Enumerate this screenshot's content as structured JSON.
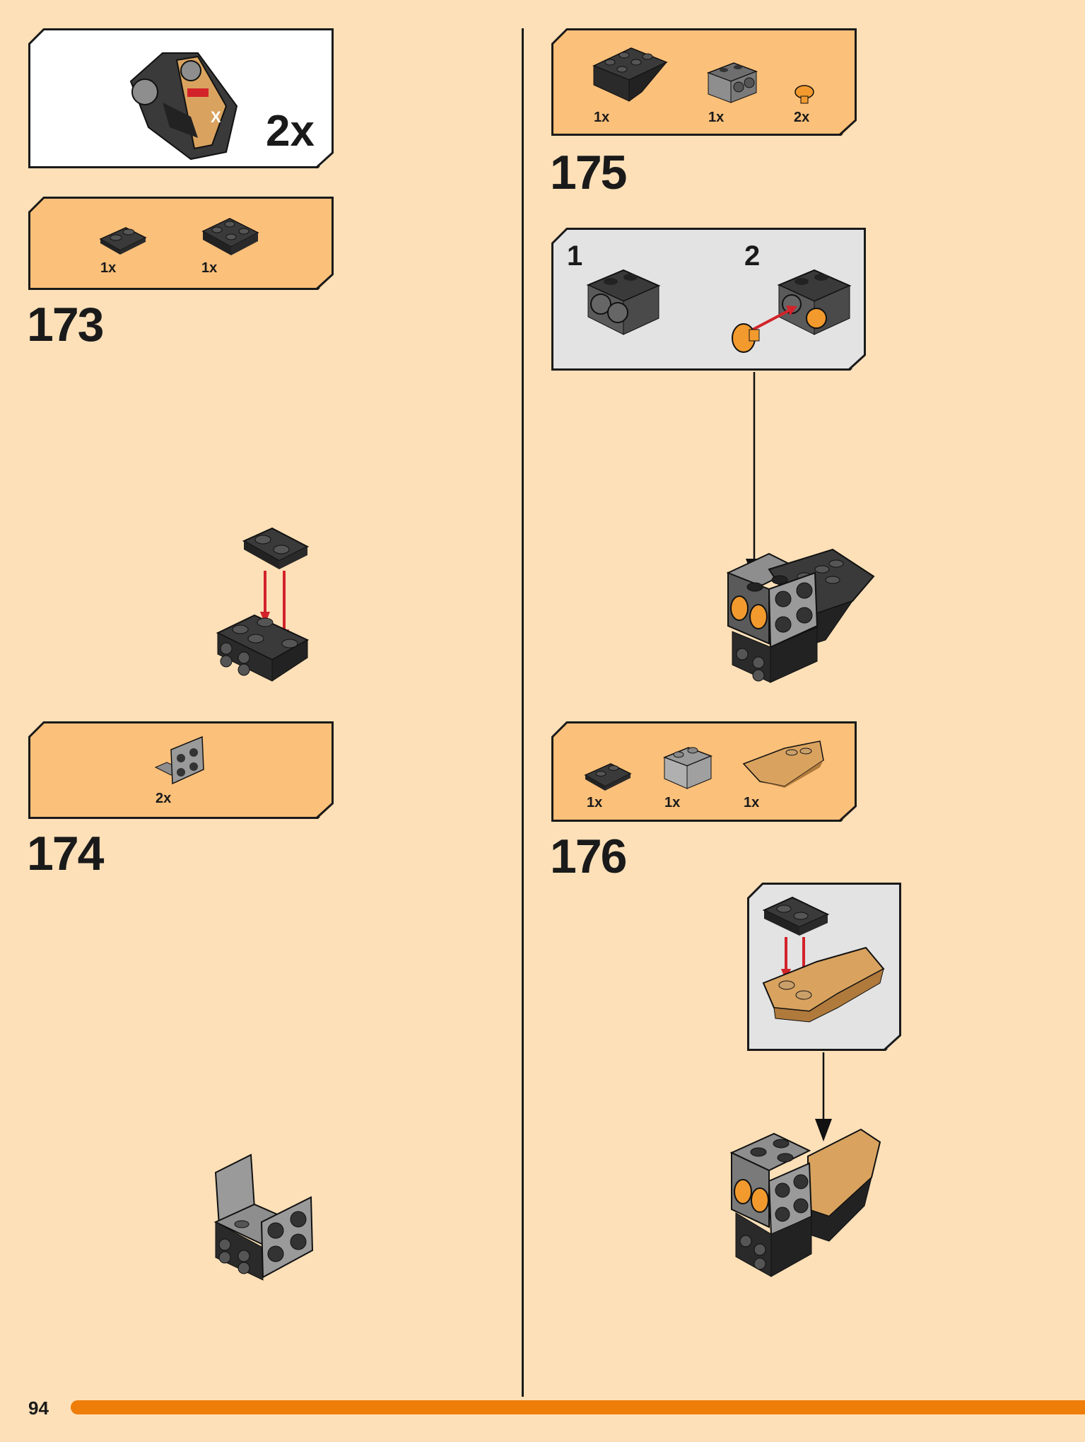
{
  "page": {
    "number": "94"
  },
  "submodel_callout": {
    "quantity": "2x"
  },
  "steps": [
    {
      "number": "173",
      "parts": [
        {
          "qty": "1x"
        },
        {
          "qty": "1x"
        }
      ]
    },
    {
      "number": "174",
      "parts": [
        {
          "qty": "2x"
        }
      ]
    },
    {
      "number": "175",
      "parts": [
        {
          "qty": "1x"
        },
        {
          "qty": "1x"
        },
        {
          "qty": "2x"
        }
      ],
      "substeps": [
        "1",
        "2"
      ]
    },
    {
      "number": "176",
      "parts": [
        {
          "qty": "1x"
        },
        {
          "qty": "1x"
        },
        {
          "qty": "1x"
        }
      ]
    }
  ],
  "colors": {
    "page_background": "#fde0b8",
    "parts_box": "#fbc07a",
    "accent_bar": "#ef7d0a",
    "arrow_red": "#d2232a",
    "brick_dark": "#3a3a3a",
    "brick_grey": "#8e8e8e",
    "orange_part": "#f29a2e",
    "pearl_gold": "#d9a35f"
  },
  "icons": [
    "submodel-vehicle-image",
    "plate-1x2-icon",
    "bracket-plate-icon",
    "slope-brick-icon",
    "technic-brick-icon",
    "round-pin-icon",
    "tile-1x2-icon",
    "brick-1x2-icon",
    "gold-wedge-icon"
  ]
}
